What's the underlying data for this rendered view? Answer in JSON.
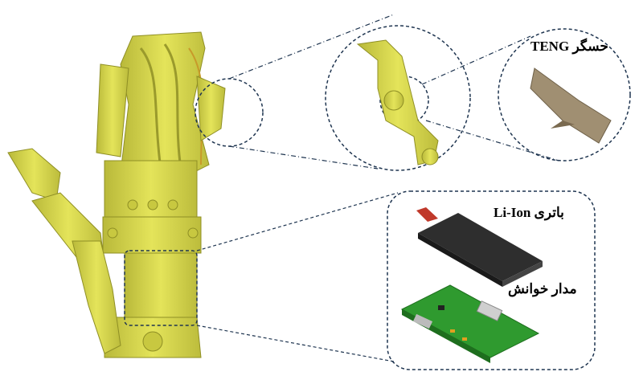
{
  "labels": {
    "teng_sensor": "حسگر TENG",
    "battery": "باتری Li-Ion",
    "readout_circuit": "مدار خوانش"
  },
  "colors": {
    "glove_yellow": "#d6d64a",
    "glove_shadow": "#a8a830",
    "dash_line": "#1f3550",
    "teng_film": "#9a8a6e",
    "battery": "#2e2e2e",
    "pcb": "#2f9a2f"
  }
}
